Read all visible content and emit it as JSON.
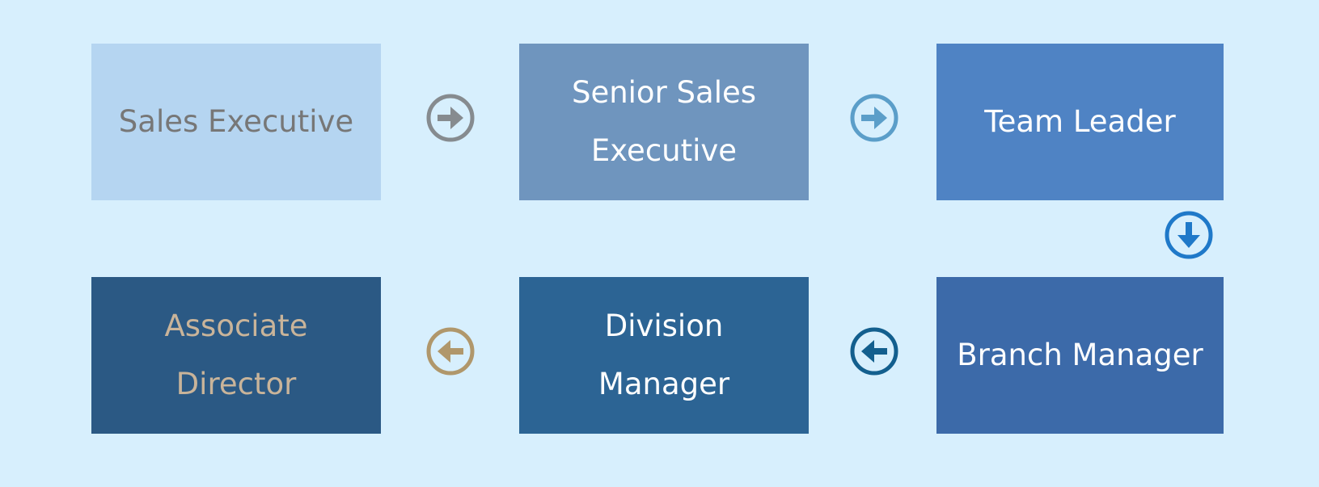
{
  "diagram": {
    "steps": [
      {
        "id": "sales-executive",
        "label": "Sales Executive",
        "bg": "#b5d5f1",
        "color": "#777777"
      },
      {
        "id": "senior-sales-executive",
        "label": "Senior Sales Executive",
        "bg": "#6f95be",
        "color": "#ffffff"
      },
      {
        "id": "team-leader",
        "label": "Team Leader",
        "bg": "#4f83c4",
        "color": "#ffffff"
      },
      {
        "id": "branch-manager",
        "label": "Branch Manager",
        "bg": "#3c6aa9",
        "color": "#ffffff"
      },
      {
        "id": "division-manager",
        "label": "Division Manager",
        "bg": "#2c6494",
        "color": "#ffffff"
      },
      {
        "id": "associate-director",
        "label": "Associate Director",
        "bg": "#2b5984",
        "color": "#c9b49a"
      }
    ],
    "connectors": [
      {
        "from": "sales-executive",
        "to": "senior-sales-executive",
        "direction": "right",
        "color": "#868b8f",
        "icon": "arrow-right-circle-icon"
      },
      {
        "from": "senior-sales-executive",
        "to": "team-leader",
        "direction": "right",
        "color": "#5b9ec9",
        "icon": "arrow-right-circle-icon"
      },
      {
        "from": "team-leader",
        "to": "branch-manager",
        "direction": "down",
        "color": "#1f79c9",
        "icon": "arrow-down-circle-icon"
      },
      {
        "from": "branch-manager",
        "to": "division-manager",
        "direction": "left",
        "color": "#135f8e",
        "icon": "arrow-left-circle-icon"
      },
      {
        "from": "division-manager",
        "to": "associate-director",
        "direction": "left",
        "color": "#b0976b",
        "icon": "arrow-left-circle-icon"
      }
    ]
  }
}
